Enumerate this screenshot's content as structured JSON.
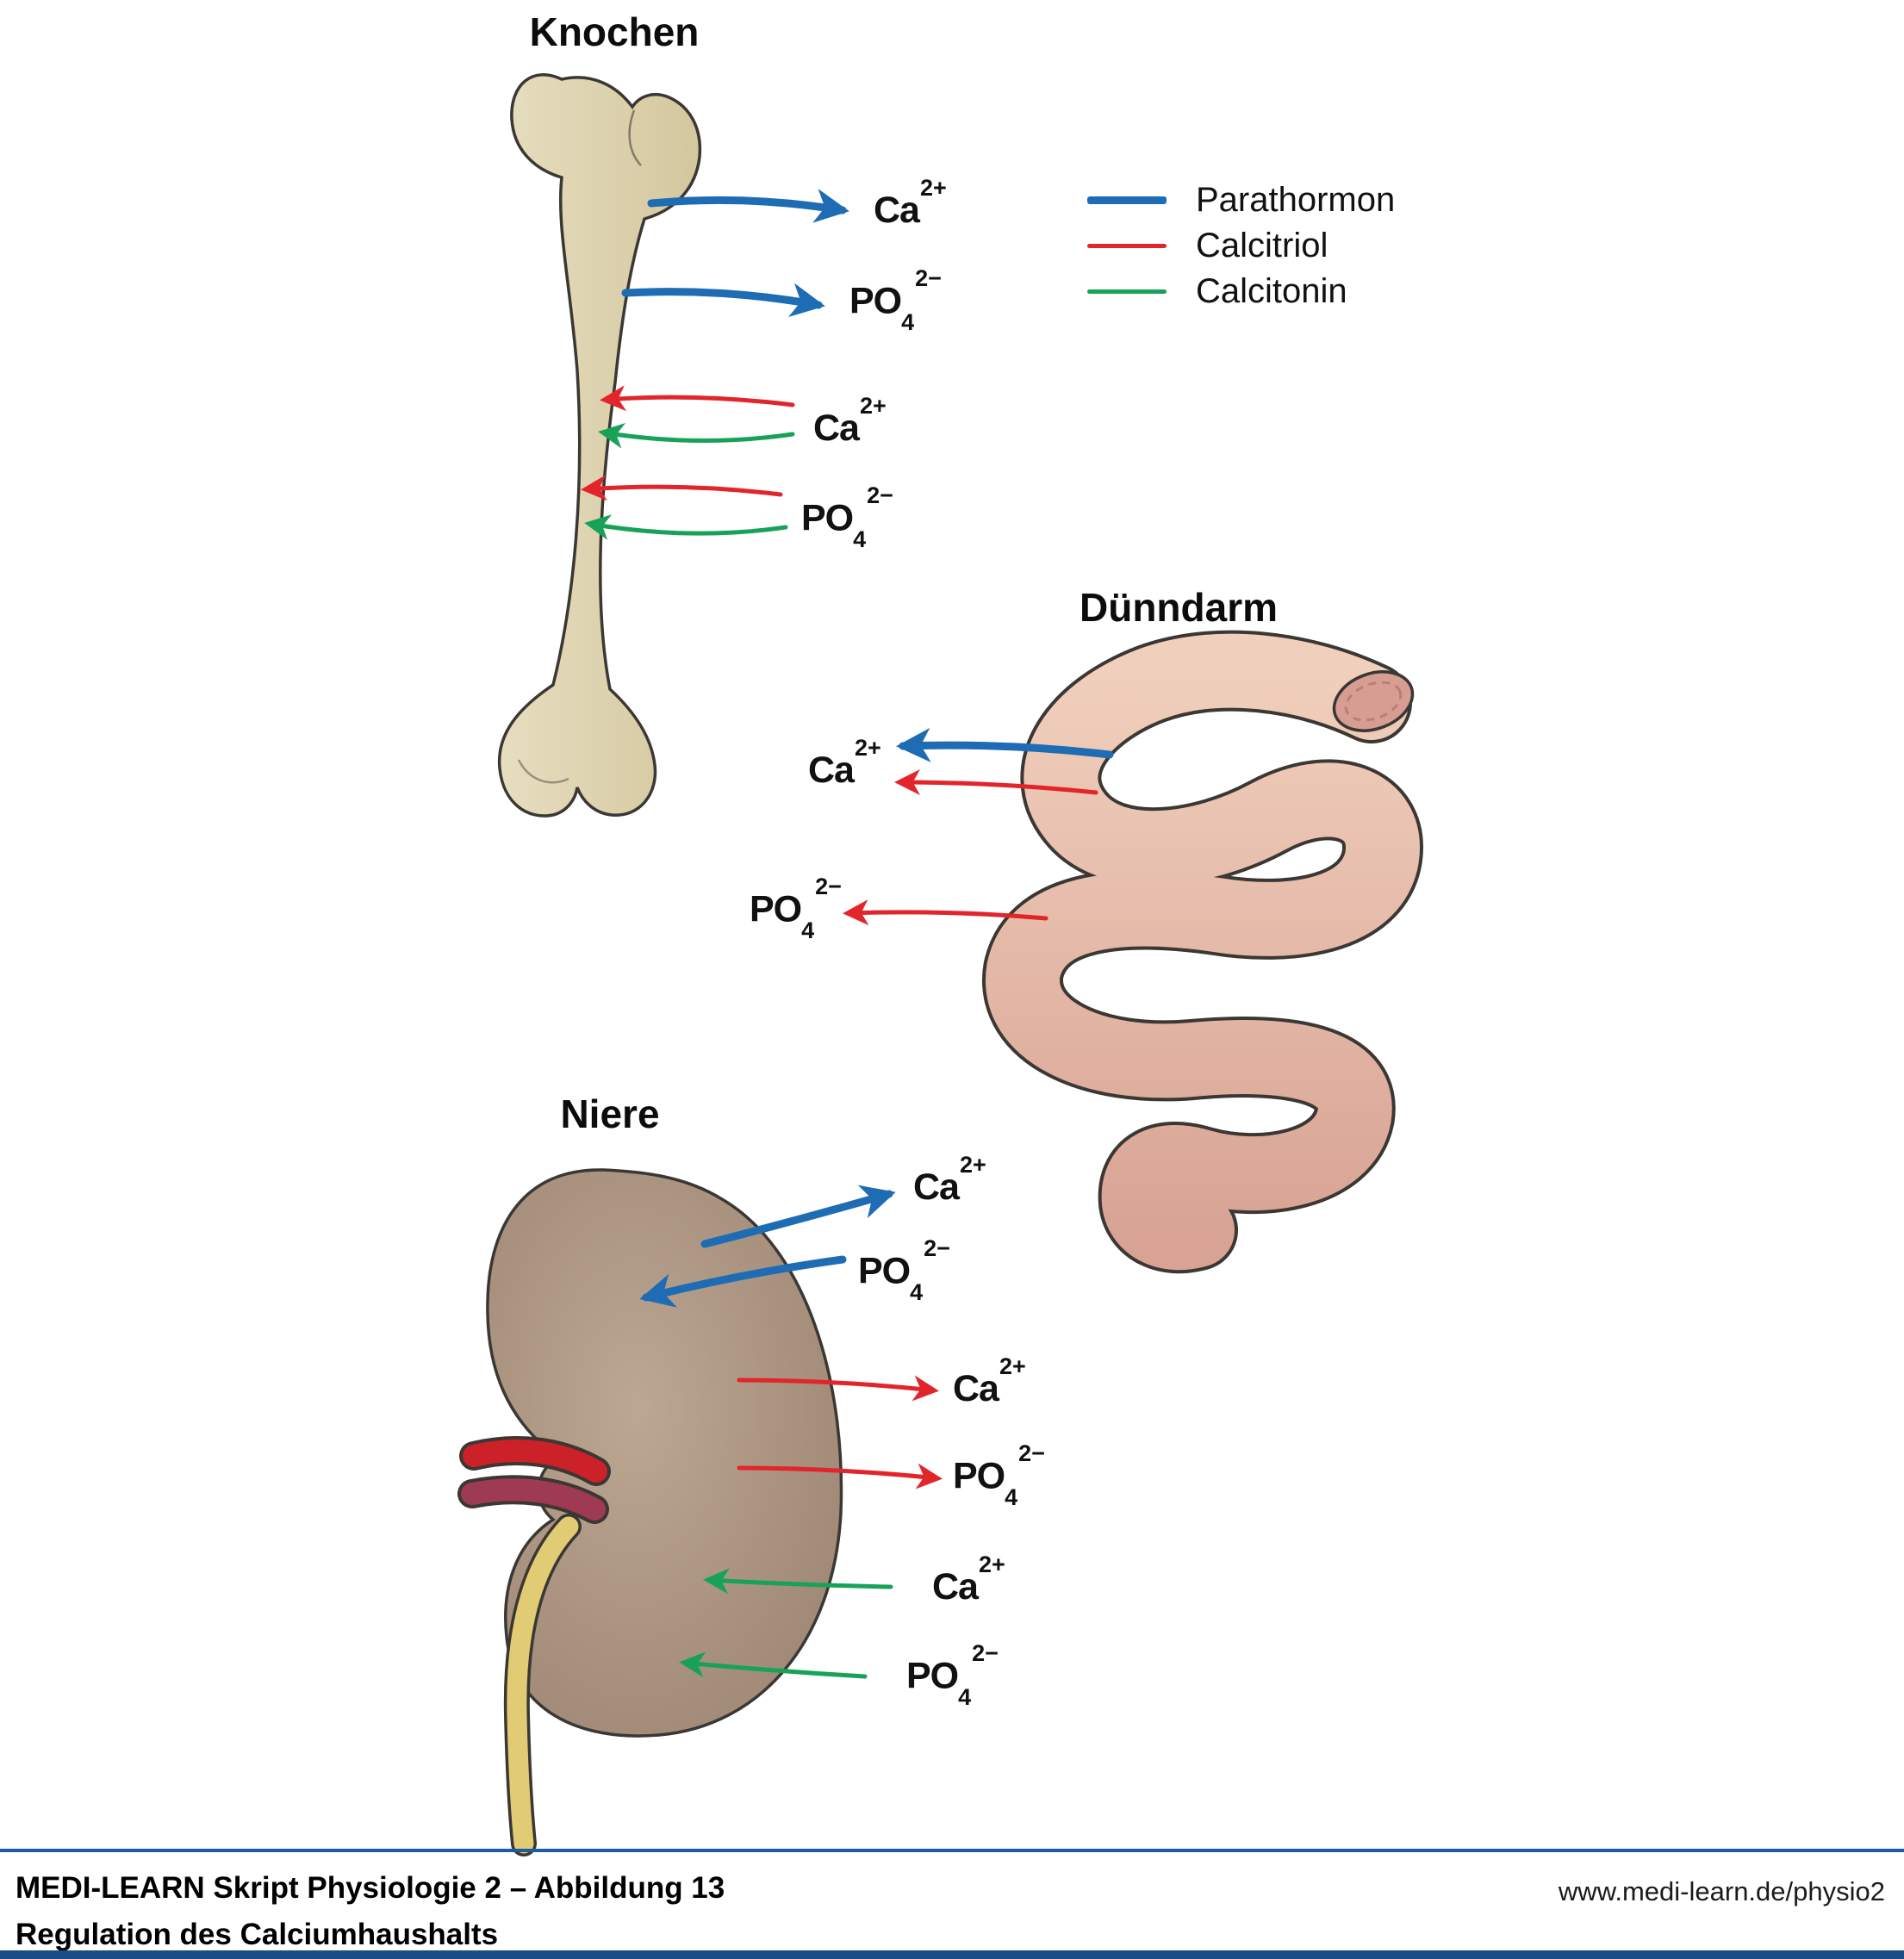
{
  "titles": {
    "bone": "Knochen",
    "intestine": "Dünndarm",
    "kidney": "Niere"
  },
  "ions": {
    "ca": {
      "base": "Ca",
      "sup": "2+"
    },
    "po4": {
      "base": "PO",
      "sub": "4",
      "sup": "2−"
    }
  },
  "legend": {
    "items": [
      {
        "label": "Parathormon",
        "color": "#1e6cb4"
      },
      {
        "label": "Calcitriol",
        "color": "#e1252b"
      },
      {
        "label": "Calcitonin",
        "color": "#17a258"
      }
    ]
  },
  "colors": {
    "parathormon": "#1e6cb4",
    "calcitriol": "#e1252b",
    "calcitonin": "#17a258",
    "bone_fill": "#ded3ae",
    "intestine_fill": "#eec9b6",
    "kidney_fill": "#a8917f",
    "artery": "#cc2128",
    "vein": "#9e3a54",
    "ureter": "#e2cb75",
    "rule_blue": "#1d5c9e",
    "footer_bar": "#1a4c85"
  },
  "arrows": [
    {
      "organ": "Knochen",
      "hormone": "Parathormon",
      "ion": "Ca2+",
      "direction": "out"
    },
    {
      "organ": "Knochen",
      "hormone": "Parathormon",
      "ion": "PO42−",
      "direction": "out"
    },
    {
      "organ": "Knochen",
      "hormone": "Calcitriol",
      "ion": "Ca2+",
      "direction": "in"
    },
    {
      "organ": "Knochen",
      "hormone": "Calcitonin",
      "ion": "Ca2+",
      "direction": "in"
    },
    {
      "organ": "Knochen",
      "hormone": "Calcitriol",
      "ion": "PO42−",
      "direction": "in"
    },
    {
      "organ": "Knochen",
      "hormone": "Calcitonin",
      "ion": "PO42−",
      "direction": "in"
    },
    {
      "organ": "Dünndarm",
      "hormone": "Parathormon",
      "ion": "Ca2+",
      "direction": "out"
    },
    {
      "organ": "Dünndarm",
      "hormone": "Calcitriol",
      "ion": "Ca2+",
      "direction": "out"
    },
    {
      "organ": "Dünndarm",
      "hormone": "Calcitriol",
      "ion": "PO42−",
      "direction": "out"
    },
    {
      "organ": "Niere",
      "hormone": "Parathormon",
      "ion": "Ca2+",
      "direction": "out"
    },
    {
      "organ": "Niere",
      "hormone": "Parathormon",
      "ion": "PO42−",
      "direction": "in"
    },
    {
      "organ": "Niere",
      "hormone": "Calcitriol",
      "ion": "Ca2+",
      "direction": "out"
    },
    {
      "organ": "Niere",
      "hormone": "Calcitriol",
      "ion": "PO42−",
      "direction": "out"
    },
    {
      "organ": "Niere",
      "hormone": "Calcitonin",
      "ion": "Ca2+",
      "direction": "in"
    },
    {
      "organ": "Niere",
      "hormone": "Calcitonin",
      "ion": "PO42−",
      "direction": "in"
    }
  ],
  "footer": {
    "caption_line1": "MEDI-LEARN Skript Physiologie 2 – Abbildung 13",
    "caption_line2": "Regulation des Calciumhaushalts",
    "url": "www.medi-learn.de/physio2"
  }
}
